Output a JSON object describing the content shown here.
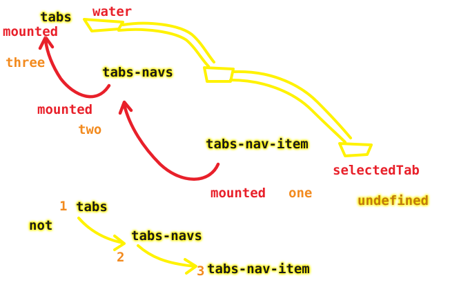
{
  "labels": {
    "tabs_top": "tabs",
    "water": "water",
    "mounted_top": "mounted",
    "three": "three",
    "tabs_navs_top": "tabs-navs",
    "mounted_mid": "mounted",
    "two": "two",
    "tabs_nav_item_top": "tabs-nav-item",
    "selected_tab": "selectedTab",
    "mounted_bottom": "mounted",
    "one": "one",
    "undefined": "undefined",
    "num_1": "1",
    "tabs_bottom": "tabs",
    "not": "not",
    "tabs_navs_bottom": "tabs-navs",
    "num_2": "2",
    "num_3": "3",
    "tabs_nav_item_bottom": "tabs-nav-item"
  },
  "colors": {
    "highlight": "#fff200",
    "red_arrow": "#e8202a",
    "orange_text": "#f28a1e"
  }
}
